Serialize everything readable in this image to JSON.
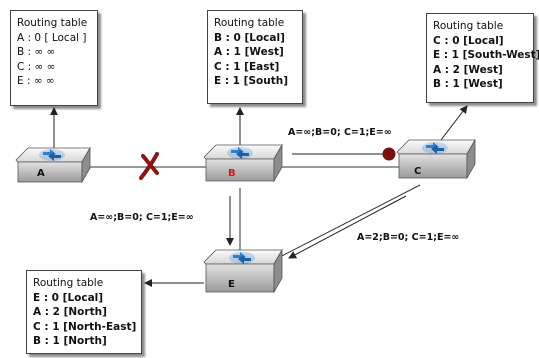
{
  "routing_tables": {
    "A": {
      "title": "Routing table",
      "entries": [
        "A : 0 [ Local ]",
        "B : ∞ ∞",
        "C : ∞ ∞",
        "E : ∞ ∞"
      ]
    },
    "B": {
      "title": "Routing table",
      "entries": [
        "B : 0 [Local]",
        "A : 1 [West]",
        "C : 1 [East]",
        "E : 1 [South]"
      ]
    },
    "C": {
      "title": "Routing table",
      "entries": [
        "C : 0 [Local]",
        "E : 1 [South-West]",
        "A : 2 [West]",
        "B : 1 [West]"
      ]
    },
    "E": {
      "title": "Routing table",
      "entries": [
        "E : 0 [Local]",
        "A : 2 [North]",
        "C : 1 [North-East]",
        "B : 1 [North]"
      ]
    }
  },
  "routers": {
    "A": "A",
    "B": "B",
    "C": "C",
    "E": "E"
  },
  "messages": {
    "b_to_c": "A=∞;B=0; C=1;E=∞",
    "b_to_e": "A=∞;B=0; C=1;E=∞",
    "c_to_e": "A=2;B=0; C=1;E=∞"
  },
  "colors": {
    "router_b_label": "#d21a1a",
    "failure_mark": "#8b1414",
    "drop_mark": "#7a1010",
    "router_icon": "#2a7fd0"
  }
}
